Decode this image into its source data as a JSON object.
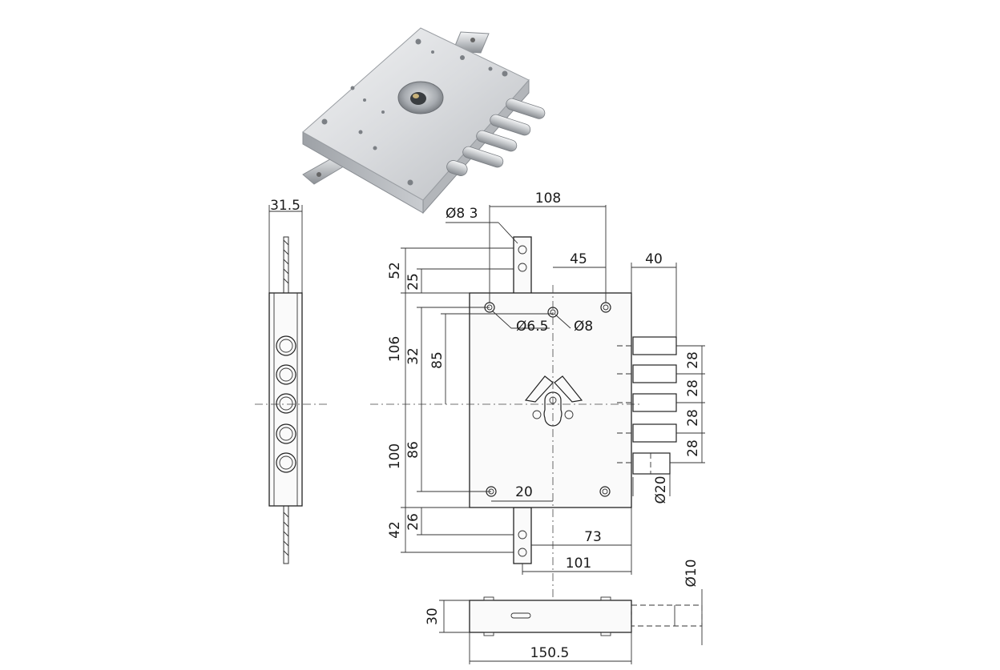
{
  "photo": {
    "description_icon": "mortise-lock-photo",
    "colors": {
      "metal_light": "#e6e8ea",
      "metal_mid": "#c2c5c9",
      "metal_dark": "#8e9297"
    }
  },
  "dimensions": {
    "d_31_5": "31.5",
    "d_108": "108",
    "d_phi_8_3": "Ø8 3",
    "d_45": "45",
    "d_40": "40",
    "d_52": "52",
    "d_25": "25",
    "d_phi_6_5": "Ø6.5",
    "d_phi_8": "Ø8",
    "d_106": "106",
    "d_32": "32",
    "d_85": "85",
    "d_28_a": "28",
    "d_28_b": "28",
    "d_28_c": "28",
    "d_28_d": "28",
    "d_100": "100",
    "d_86": "86",
    "d_phi_20": "Ø20",
    "d_20": "20",
    "d_42": "42",
    "d_26": "26",
    "d_73": "73",
    "d_101": "101",
    "d_phi_10": "Ø10",
    "d_30": "30",
    "d_150_5": "150.5"
  }
}
